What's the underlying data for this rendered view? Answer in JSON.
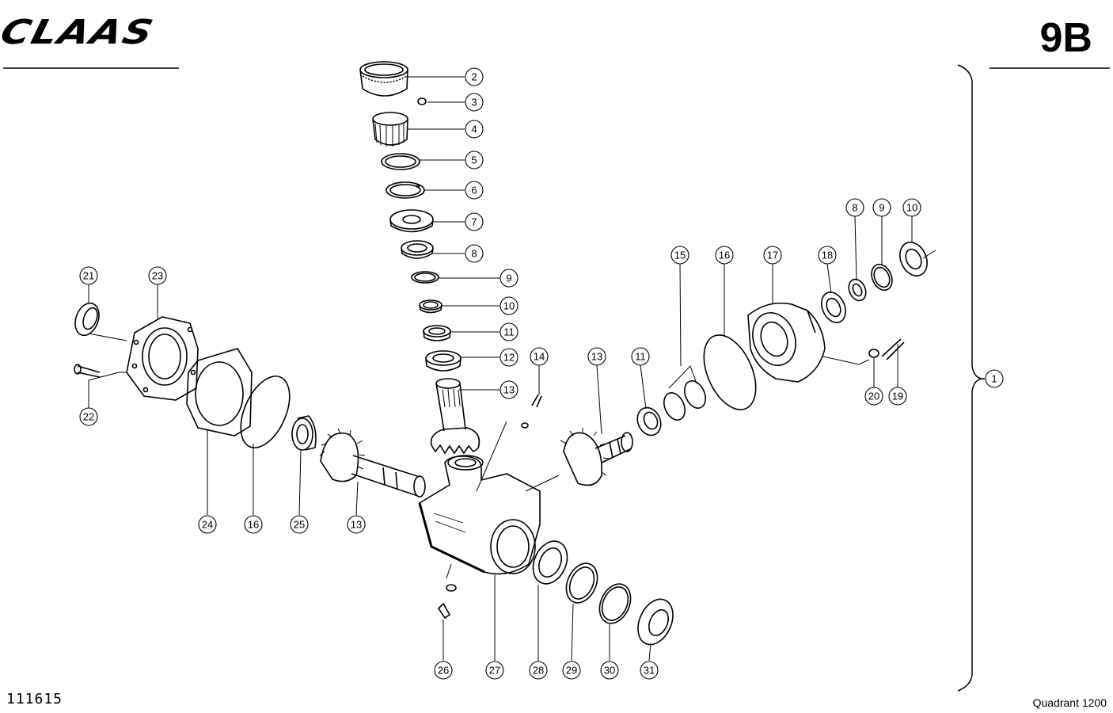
{
  "header": {
    "brand": "CLAAS",
    "page_code": "9B"
  },
  "footer": {
    "document_number": "111615",
    "model": "Quadrant 1200"
  },
  "diagram": {
    "type": "exploded-parts-diagram",
    "assembly_callout": "1",
    "callouts": [
      "2",
      "3",
      "4",
      "5",
      "6",
      "7",
      "8",
      "9",
      "10",
      "11",
      "12",
      "13",
      "14",
      "8",
      "9",
      "10",
      "13",
      "11",
      "15",
      "16",
      "17",
      "18",
      "20",
      "19",
      "21",
      "23",
      "22",
      "24",
      "16",
      "25",
      "13",
      "26",
      "27",
      "28",
      "29",
      "30",
      "31"
    ]
  }
}
